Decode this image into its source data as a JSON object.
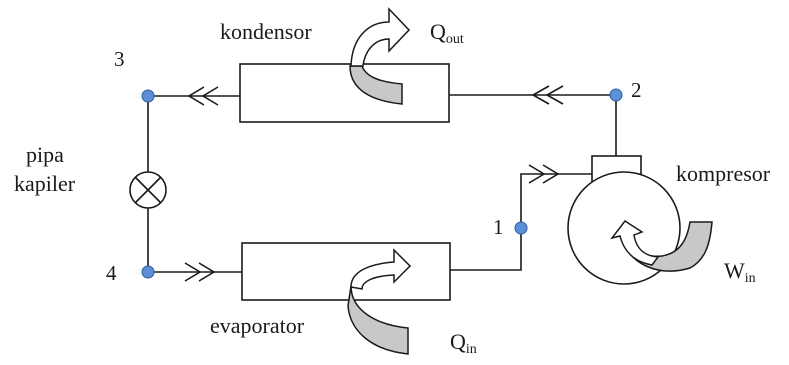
{
  "labels": {
    "condenser": "kondensor",
    "q_out_main": "Q",
    "q_out_sub": "out",
    "capillary_line1": "pipa",
    "capillary_line2": "kapiler",
    "compressor": "kompresor",
    "evaporator": "evaporator",
    "q_in_main": "Q",
    "q_in_sub": "in",
    "w_in_main": "W",
    "w_in_sub": "in"
  },
  "points": {
    "p1": "1",
    "p2": "2",
    "p3": "3",
    "p4": "4"
  },
  "colors": {
    "state_point": "#5b8fd6",
    "state_point_stroke": "#2f5f9e",
    "heat_arrow_fill": "#c8c8c8",
    "line": "#1a1a1a"
  }
}
